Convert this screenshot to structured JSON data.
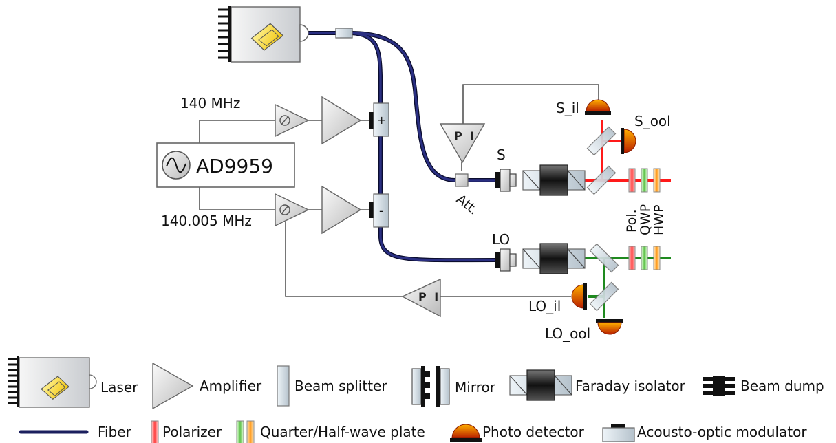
{
  "diagram": {
    "dds_name": "AD9959",
    "freq_top": "140 MHz",
    "freq_bottom": "140.005 MHz",
    "aom_plus": "+",
    "aom_minus": "-",
    "pi_label": "P I",
    "att_label": "Att.",
    "signal_label": "S",
    "lo_label": "LO",
    "s_il": "S_il",
    "s_ool": "S_ool",
    "lo_il": "LO_il",
    "lo_ool": "LO_ool",
    "pol_label": "Pol.",
    "qwp_label": "QWP",
    "hwp_label": "HWP"
  },
  "legend": {
    "laser": "Laser",
    "amplifier": "Amplifier",
    "beam_splitter": "Beam splitter",
    "mirror": "Mirror",
    "faraday_isolator": "Faraday isolator",
    "beam_dump": "Beam dump",
    "fiber": "Fiber",
    "polarizer": "Polarizer",
    "waveplate": "Quarter/Half-wave plate",
    "photo_detector": "Photo detector",
    "aom": "Acousto-optic modulator"
  },
  "colors": {
    "fiber": "#1b1f5e",
    "signal_beam": "#ff1a1a",
    "lo_beam": "#1f8a1f",
    "wire": "#555555"
  }
}
